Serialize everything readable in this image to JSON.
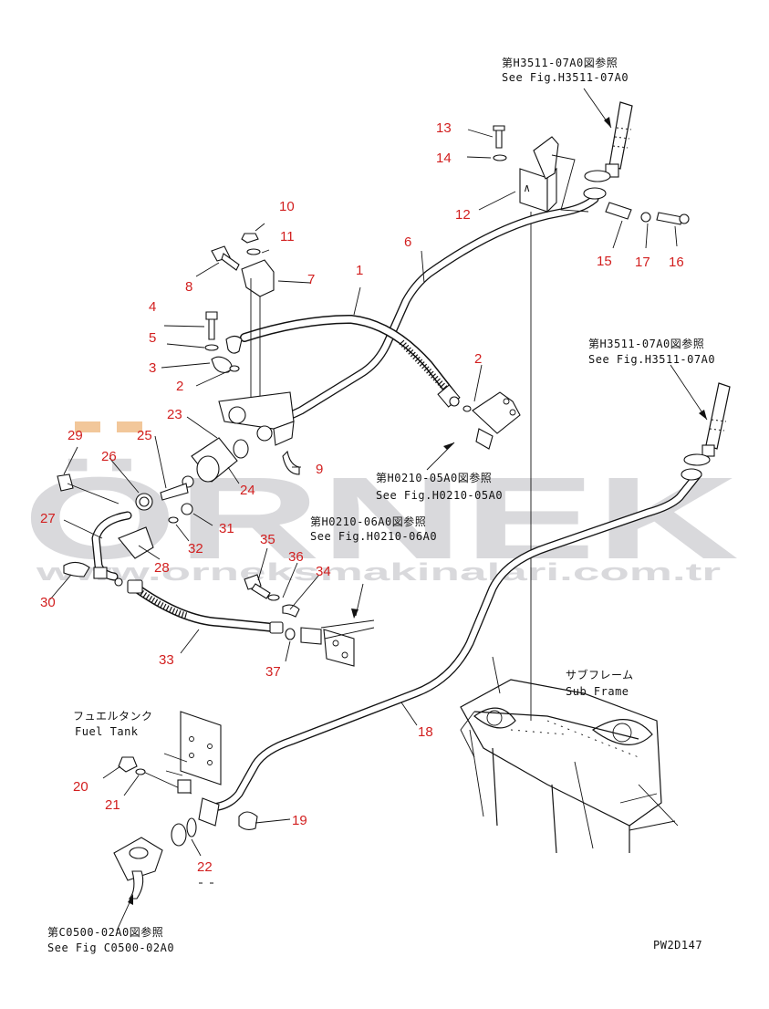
{
  "watermark": {
    "brand": "ÖRNEK",
    "url": "www.orneksmakinalari.com.tr",
    "colors": {
      "gray": "#d9d9dc",
      "accent": "#f2c79a"
    }
  },
  "references": {
    "top_right": {
      "jp": "第H3511-07A0図参照",
      "en": "See Fig.H3511-07A0"
    },
    "mid_right": {
      "jp": "第H3511-07A0図参照",
      "en": "See Fig.H3511-07A0"
    },
    "center": {
      "jp": "第H0210-05A0図参照",
      "en": "See Fig.H0210-05A0"
    },
    "left_center": {
      "jp": "第H0210-06A0図参照",
      "en": "See Fig.H0210-06A0"
    },
    "bottom_left": {
      "jp": "第C0500-02A0図参照",
      "en": "See Fig C0500-02A0"
    }
  },
  "labels": {
    "sub_frame": {
      "jp": "サブフレーム",
      "en": "Sub Frame"
    },
    "fuel_tank": {
      "jp": "フュエルタンク",
      "en": "Fuel Tank"
    }
  },
  "drawing_code": "PW2D147",
  "callouts": [
    "1",
    "2",
    "2",
    "3",
    "4",
    "5",
    "6",
    "7",
    "8",
    "9",
    "10",
    "11",
    "12",
    "13",
    "14",
    "15",
    "16",
    "17",
    "18",
    "19",
    "20",
    "21",
    "22",
    "23",
    "24",
    "25",
    "26",
    "27",
    "28",
    "29",
    "30",
    "31",
    "32",
    "33",
    "34",
    "35",
    "36",
    "37"
  ],
  "colors": {
    "line": "#111111",
    "callout": "#d21f1f",
    "background": "#ffffff"
  }
}
